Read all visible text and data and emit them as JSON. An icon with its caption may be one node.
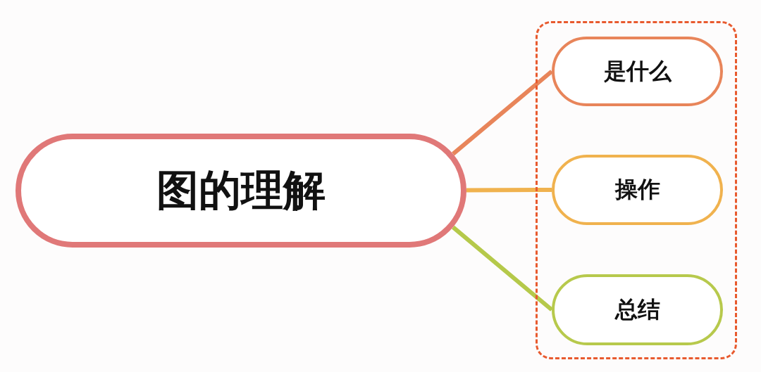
{
  "diagram": {
    "nodes": [
      {
        "text": [
          "图的理解"
        ]
      },
      {
        "text": [],
        "shape": "box"
      },
      {
        "text": [
          "是什么"
        ],
        "in": 1
      },
      {
        "text": [
          "操作"
        ],
        "in": 1
      },
      {
        "text": [
          "总结"
        ],
        "in": 1
      }
    ],
    "edges": [
      {
        "from": 0,
        "to": 2,
        "arrow": "none",
        "color": "#e8855a"
      },
      {
        "from": 0,
        "to": 3,
        "arrow": "none",
        "color": "#f0b24e"
      },
      {
        "from": 0,
        "to": 4,
        "arrow": "none",
        "color": "#b5c94a"
      }
    ]
  }
}
